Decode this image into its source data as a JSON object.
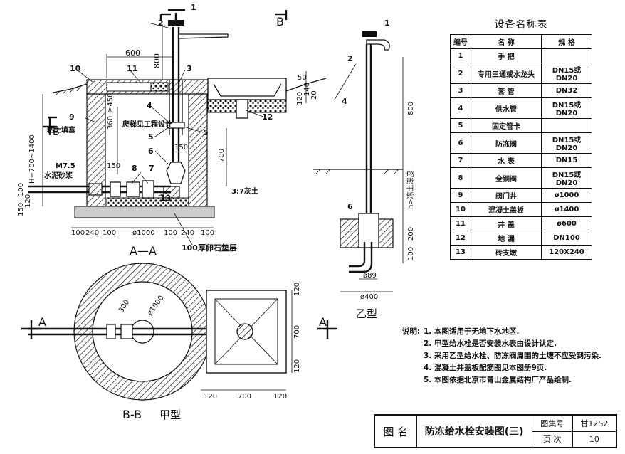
{
  "title_block": {
    "name_label": "图 名",
    "drawing_title": "防冻给水栓安装图(三)",
    "atlas_label": "图集号",
    "atlas_no": "甘12S2",
    "page_label": "页 次",
    "page_no": "10"
  },
  "equipment_table": {
    "title": "设备名称表",
    "headers": [
      "编号",
      "名 称",
      "规 格"
    ],
    "rows": [
      [
        "1",
        "手 把",
        ""
      ],
      [
        "2",
        "专用三通或水龙头",
        "DN15或DN20"
      ],
      [
        "3",
        "套 管",
        "DN32"
      ],
      [
        "4",
        "供水管",
        "DN15或DN20"
      ],
      [
        "5",
        "固定管卡",
        ""
      ],
      [
        "6",
        "防冻阀",
        "DN15或DN20"
      ],
      [
        "7",
        "水 表",
        "DN15"
      ],
      [
        "8",
        "全铜阀",
        "DN15或DN20"
      ],
      [
        "9",
        "阀门井",
        "ø1000"
      ],
      [
        "10",
        "混凝土盖板",
        "ø1400"
      ],
      [
        "11",
        "井 盖",
        "ø600"
      ],
      [
        "12",
        "地 漏",
        "DN100"
      ],
      [
        "13",
        "砖支墩",
        "120X240"
      ]
    ]
  },
  "notes": {
    "label": "说明:",
    "items": [
      "1. 本图适用于无地下水地区.",
      "2. 甲型给水栓是否安装水表由设计认定.",
      "3. 采用乙型给水栓、防冻阀周围的土壤不应受到污染.",
      "4. 混凝土井盖板配筋图见本图册9页.",
      "5. 本图依据北京市青山金属结构厂产品绘制."
    ]
  },
  "views": {
    "section_aa": "A—A",
    "plan_bb": "B-B",
    "type_jia": "甲型",
    "type_yi": "乙型",
    "section_a": "A",
    "section_b": "B"
  },
  "section_labels": {
    "d600": "600",
    "d800": "800",
    "d450": "≥450",
    "d360": "360",
    "d150a": "150",
    "d150b": "150",
    "d700": "700",
    "d50": "50",
    "d140": "140",
    "d120": "120",
    "d20": "20",
    "depth_h": "H=700~1400",
    "d100a": "100",
    "d120b": "120",
    "d150c": "150",
    "bottom_100a": "100",
    "bottom_240a": "240",
    "bottom_100b": "100",
    "bottom_phi1000": "ø1000",
    "bottom_100c": "100",
    "bottom_240b": "240",
    "bottom_100d": "100",
    "clay_plug": "粘土填塞",
    "m75": "M7.5",
    "cement_mortar": "水泥砂浆",
    "ladder": "爬梯见工程设计",
    "lime_soil": "3:7灰土",
    "gravel": "100厚卵石垫层",
    "c1": "1",
    "c2": "2",
    "c3": "3",
    "c4": "4",
    "c5a": "5",
    "c5b": "5",
    "c6": "6",
    "c7": "7",
    "c8": "8",
    "c9": "9",
    "c10": "10",
    "c11": "11",
    "c12": "12",
    "c13": "13"
  },
  "yi_labels": {
    "c1": "1",
    "c2": "2",
    "c4": "4",
    "c6": "6",
    "d800": "800",
    "frost_depth": "h>冻土深度",
    "d200": "200",
    "d100": "100",
    "phi89": "ø89",
    "phi400": "ø400"
  },
  "plan_labels": {
    "d300": "300",
    "phi1000": "ø1000",
    "d120a": "120",
    "d700a": "700",
    "d120b": "120",
    "d120c": "120",
    "d700b": "700",
    "d120d": "120"
  }
}
